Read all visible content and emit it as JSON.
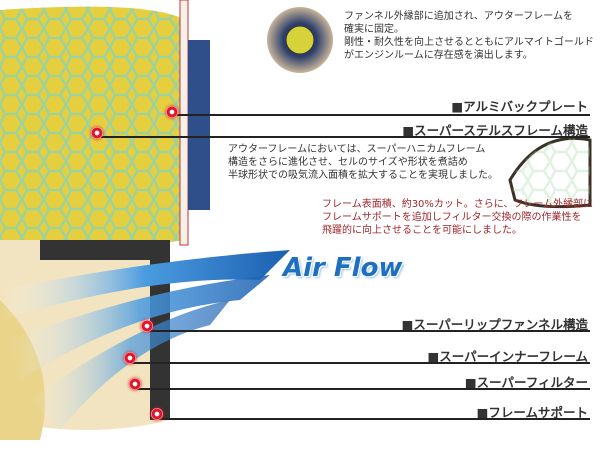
{
  "top_note": [
    "ファンネル外縁部に追加され、アウターフレームを",
    "確実に固定。",
    "剛性・耐久性を向上させるとともにアルマイトゴールド",
    "がエンジンルームに存在感を演出します。"
  ],
  "middle_note": [
    "アウターフレームにおいては、スーパーハニカムフレーム",
    "構造をさらに進化させ、セルのサイズや形状を煮詰め",
    "半球形状での吸気流入面積を拡大することを実現しました。"
  ],
  "red_note": [
    "フレーム表面積、約30%カット。さらに、フレーム外縁部に",
    "フレームサポートを追加しフィルター交換の際の作業性を",
    "飛躍的に向上させることを可能にしました。"
  ],
  "airflow_label": "Air Flow",
  "labels": [
    "■アルミバックプレート",
    "■スーパーステルスフレーム構造",
    "■スーパーリップファンネル構造",
    "■スーパーインナーフレーム",
    "■スーパーフィルター",
    "■フレームサポート"
  ],
  "colors": {
    "accent_red": "#a2252b",
    "airflow_blue": "#1f6fc0",
    "filter_yellow": "#e8d44a"
  }
}
